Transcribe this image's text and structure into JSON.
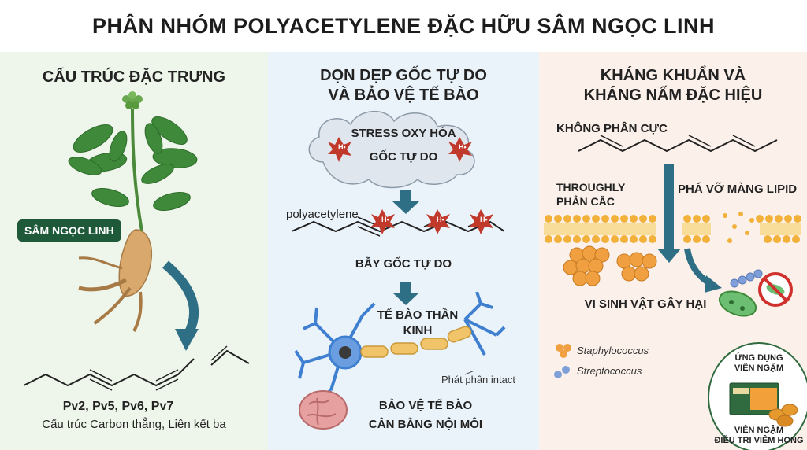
{
  "title": "PHÂN NHÓM POLYACETYLENE ĐẶC HỮU SÂM NGỌC LINH",
  "left": {
    "heading": "CẤU TRÚC ĐẶC TRƯNG",
    "badge": "SÂM NGỌC LINH",
    "compounds": "Pv2, Pv5, Pv6, Pv7",
    "structure_note": "Cấu trúc Carbon thẳng, Liên kết ba"
  },
  "middle": {
    "heading_line1": "DỌN DẸP GỐC TỰ DO",
    "heading_line2": "VÀ BẢO VỆ TẾ BÀO",
    "cloud_line1": "STRESS OXY HÓA",
    "cloud_line2": "GỐC TỰ DO",
    "radical_symbol": "H•",
    "polyacetylene_label": "polyacetylene",
    "trap_label": "BẪY GỐC TỰ DO",
    "neuron_line1": "TẾ BÀO THẦN",
    "neuron_line2": "KINH",
    "intact_label": "Phát phân intact",
    "protect_line1": "BẢO VỆ TẾ BÀO",
    "protect_line2": "CÂN BẰNG NỘI MÔI"
  },
  "right": {
    "heading_line1": "KHÁNG KHUẨN VÀ",
    "heading_line2": "KHÁNG NẤM ĐẶC HIỆU",
    "nonpolar_label": "KHÔNG PHÂN CỰC",
    "polar_line1": "THROUGHLY",
    "polar_line2": "PHÂN CĂC",
    "membrane_label": "PHÁ VỠ MÀNG LIPID",
    "microbe_label": "VI SINH VẬT GÂY HẠI",
    "legend": [
      {
        "name": "Staphylococcus",
        "color": "#f0a040"
      },
      {
        "name": "Streptococcus",
        "color": "#7f9fd8"
      }
    ],
    "inset_top_line1": "ỨNG DỤNG",
    "inset_top_line2": "VIÊN NGẬM",
    "inset_bottom_line1": "VIÊN NGẬM",
    "inset_bottom_line2": "ĐIỀU TRỊ VIÊM HỌNG"
  },
  "colors": {
    "leaf": "#3f8a3a",
    "root": "#d9a86c",
    "arrow": "#2f6f86",
    "radical": "#c0392b",
    "neuron": "#3f7fd0",
    "lipid_head": "#f2b13a",
    "badge": "#1e5a3a"
  }
}
